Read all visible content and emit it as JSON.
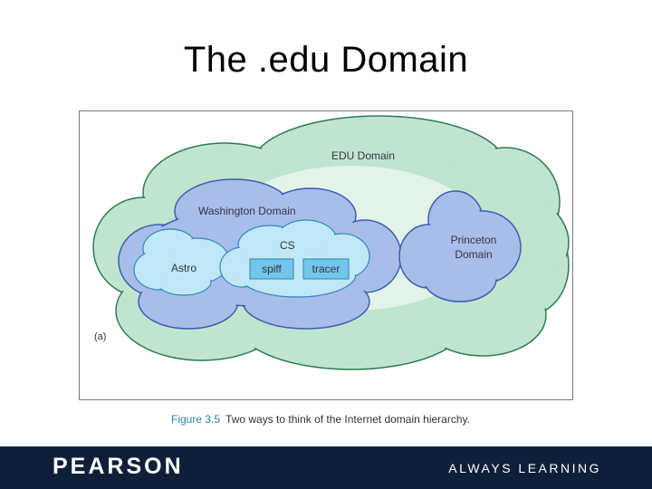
{
  "title": "The .edu Domain",
  "diagram": {
    "panel_label": "(a)",
    "domains": {
      "edu": "EDU Domain",
      "washington": "Washington Domain",
      "princeton_line1": "Princeton",
      "princeton_line2": "Domain",
      "astro": "Astro",
      "cs": "CS",
      "spiff": "spiff",
      "tracer": "tracer"
    },
    "colors": {
      "edu_fill": "#bfe5cf",
      "edu_stroke": "#2f7a52",
      "domain_fill": "#a9bde9",
      "domain_stroke": "#3a5fb0",
      "subdomain_fill": "#bfe7f5",
      "subdomain_stroke": "#3388bb",
      "host_fill": "#72c6ea"
    }
  },
  "caption": {
    "figure_number": "Figure 3.5",
    "text": "Two ways to think of the Internet domain hierarchy."
  },
  "footer": {
    "brand": "PEARSON",
    "tagline": "ALWAYS LEARNING"
  }
}
